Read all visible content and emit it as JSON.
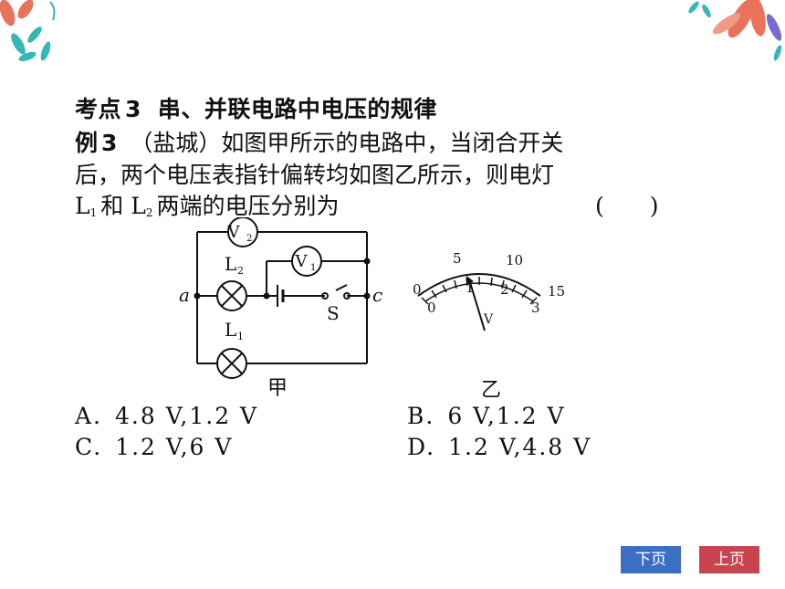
{
  "heading": {
    "prefix": "考点",
    "number": "3",
    "title": "串、并联电路中电压的规律"
  },
  "example": {
    "label": "例",
    "number": "3",
    "line1_rest": "（盐城）如图甲所示的电路中，当闭合开关",
    "line2": "后，两个电压表指针偏转均如图乙所示，则电灯",
    "line3_L": "L",
    "line3_sub1": "1",
    "line3_mid": "和 L",
    "line3_sub2": "2",
    "line3_end": "两端的电压分别为",
    "answer_paren": "(　　)"
  },
  "circuit": {
    "meter_v2": "V",
    "meter_v2_sub": "2",
    "meter_v1": "V",
    "meter_v1_sub": "1",
    "lamp_l2": "L",
    "lamp_l2_sub": "2",
    "lamp_l1": "L",
    "lamp_l1_sub": "1",
    "node_a": "a",
    "node_c": "c",
    "switch": "S",
    "caption": "甲"
  },
  "voltmeter": {
    "outer_ticks": [
      "0",
      "5",
      "10",
      "15"
    ],
    "inner_ticks": [
      "0",
      "1",
      "2",
      "3"
    ],
    "unit": "V",
    "caption": "乙"
  },
  "options": {
    "a": {
      "key": "A.",
      "text": "4.8 V,1.2 V"
    },
    "b": {
      "key": "B.",
      "text": "6 V,1.2 V"
    },
    "c": {
      "key": "C.",
      "text": "1.2 V,6 V"
    },
    "d": {
      "key": "D.",
      "text": "1.2 V,4.8 V"
    }
  },
  "nav": {
    "next": "下页",
    "prev": "上页"
  },
  "colors": {
    "next_button": "#3a6fc4",
    "prev_button": "#c9444e"
  }
}
